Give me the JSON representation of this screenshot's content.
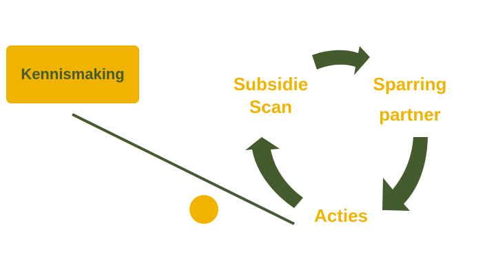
{
  "diagram": {
    "start_box": {
      "label": "Kennismaking"
    },
    "cycle": [
      {
        "label_line1": "Subsidie",
        "label_line2": "Scan"
      },
      {
        "label_line1": "Sparring",
        "label_line2": "partner"
      },
      {
        "label": "Acties"
      }
    ],
    "colors": {
      "accent_yellow": "#f0b400",
      "dark_green": "#445b2e",
      "background": "#ffffff"
    }
  }
}
